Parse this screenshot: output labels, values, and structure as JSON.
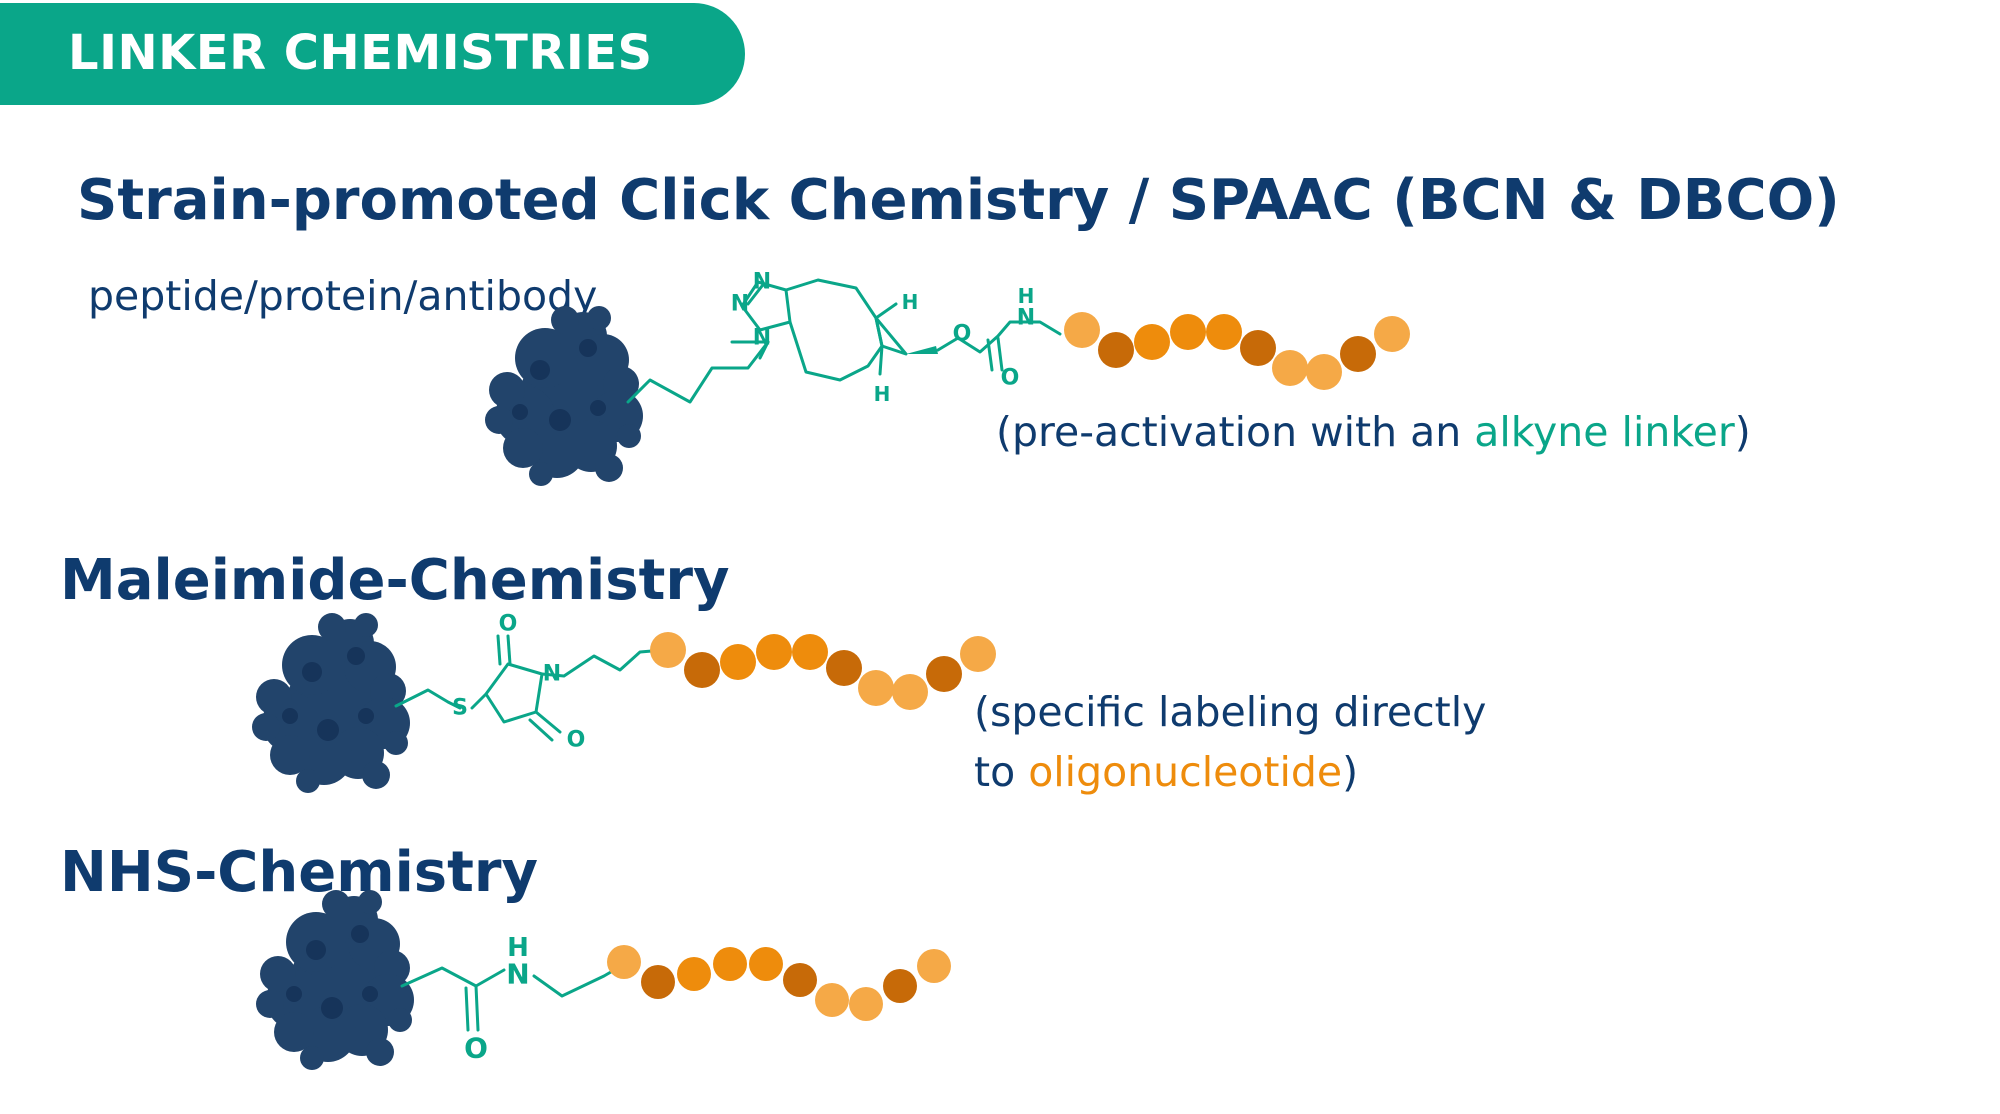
{
  "badge": {
    "title": "LINKER CHEMISTRIES"
  },
  "sections": {
    "spaac": {
      "heading": "Strain-promoted Click Chemistry / SPAAC (BCN & DBCO)",
      "target_label": "peptide/protein/antibody",
      "note_prefix": "(pre-activation with an ",
      "note_highlight": "alkyne linker",
      "note_suffix": ")"
    },
    "maleimide": {
      "heading": "Maleimide-Chemistry",
      "note_line1": "(specific labeling directly",
      "note_line2_prefix": "to ",
      "note_line2_highlight": "oligonucleotide",
      "note_line2_suffix": ")"
    },
    "nhs": {
      "heading": "NHS-Chemistry"
    }
  },
  "atoms": {
    "nitrogen": "N",
    "oxygen": "O",
    "sulfur": "S",
    "hydrogen": "H"
  },
  "colors": {
    "badge": "#0aa689",
    "heading": "#0f3b6e",
    "protein": "#22446b",
    "protein_dark": "#16345a",
    "linker": "#0aa689",
    "bead_light": "#f5a947",
    "bead_mid": "#ee8c0c",
    "bead_dark": "#c76a08"
  },
  "icons": {
    "protein": "protein-blob-icon",
    "oligo": "oligonucleotide-beads-icon"
  }
}
